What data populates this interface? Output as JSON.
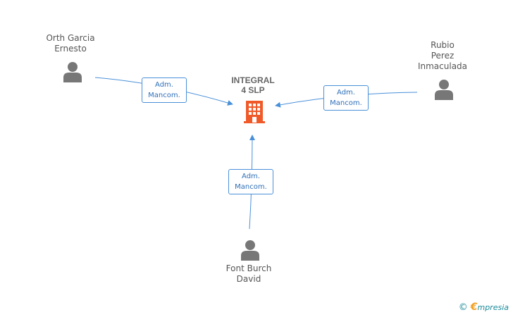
{
  "company": {
    "name_line1": "INTEGRAL",
    "name_line2": "4 SLP",
    "icon": "building-icon",
    "color": "#f05a28"
  },
  "people": [
    {
      "id": "orth",
      "name_line1": "Orth Garcia",
      "name_line2": "Ernesto",
      "name_line3": "",
      "icon": "person-icon"
    },
    {
      "id": "rubio",
      "name_line1": "Rubio",
      "name_line2": "Perez",
      "name_line3": "Inmaculada",
      "icon": "person-icon"
    },
    {
      "id": "font",
      "name_line1": "Font Burch",
      "name_line2": "David",
      "name_line3": "",
      "icon": "person-icon"
    }
  ],
  "relations": [
    {
      "from": "orth",
      "line1": "Adm.",
      "line2": "Mancom."
    },
    {
      "from": "rubio",
      "line1": "Adm.",
      "line2": "Mancom."
    },
    {
      "from": "font",
      "line1": "Adm.",
      "line2": "Mancom."
    }
  ],
  "colors": {
    "edge": "#4a90d9",
    "person": "#777777",
    "company": "#f05a28"
  },
  "footer": {
    "copyright_symbol": "©",
    "brand_first": "€",
    "brand_rest": "mpresia"
  }
}
